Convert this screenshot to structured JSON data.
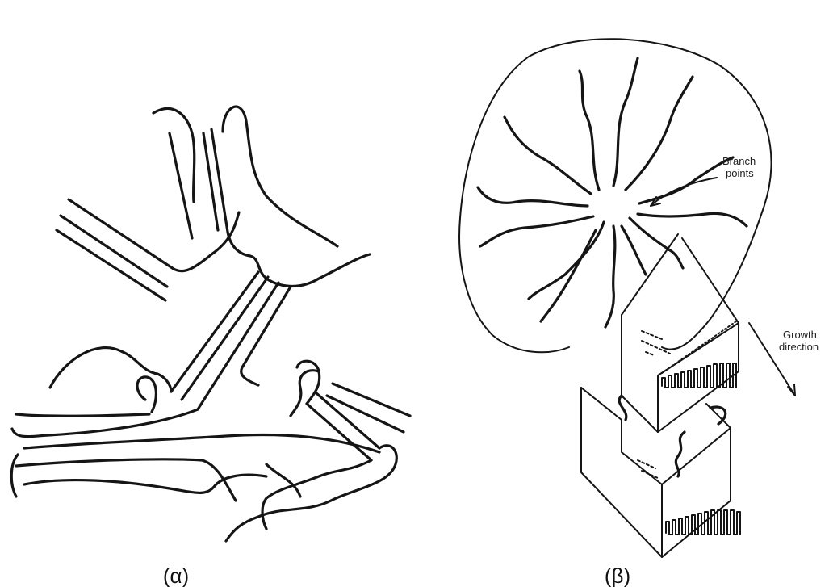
{
  "panels": {
    "a": {
      "caption": "(α)"
    },
    "b": {
      "caption": "(β)",
      "label_branch_line1": "Branch",
      "label_branch_line2": "points",
      "label_growth_line1": "Growth",
      "label_growth_line2": "direction"
    }
  }
}
